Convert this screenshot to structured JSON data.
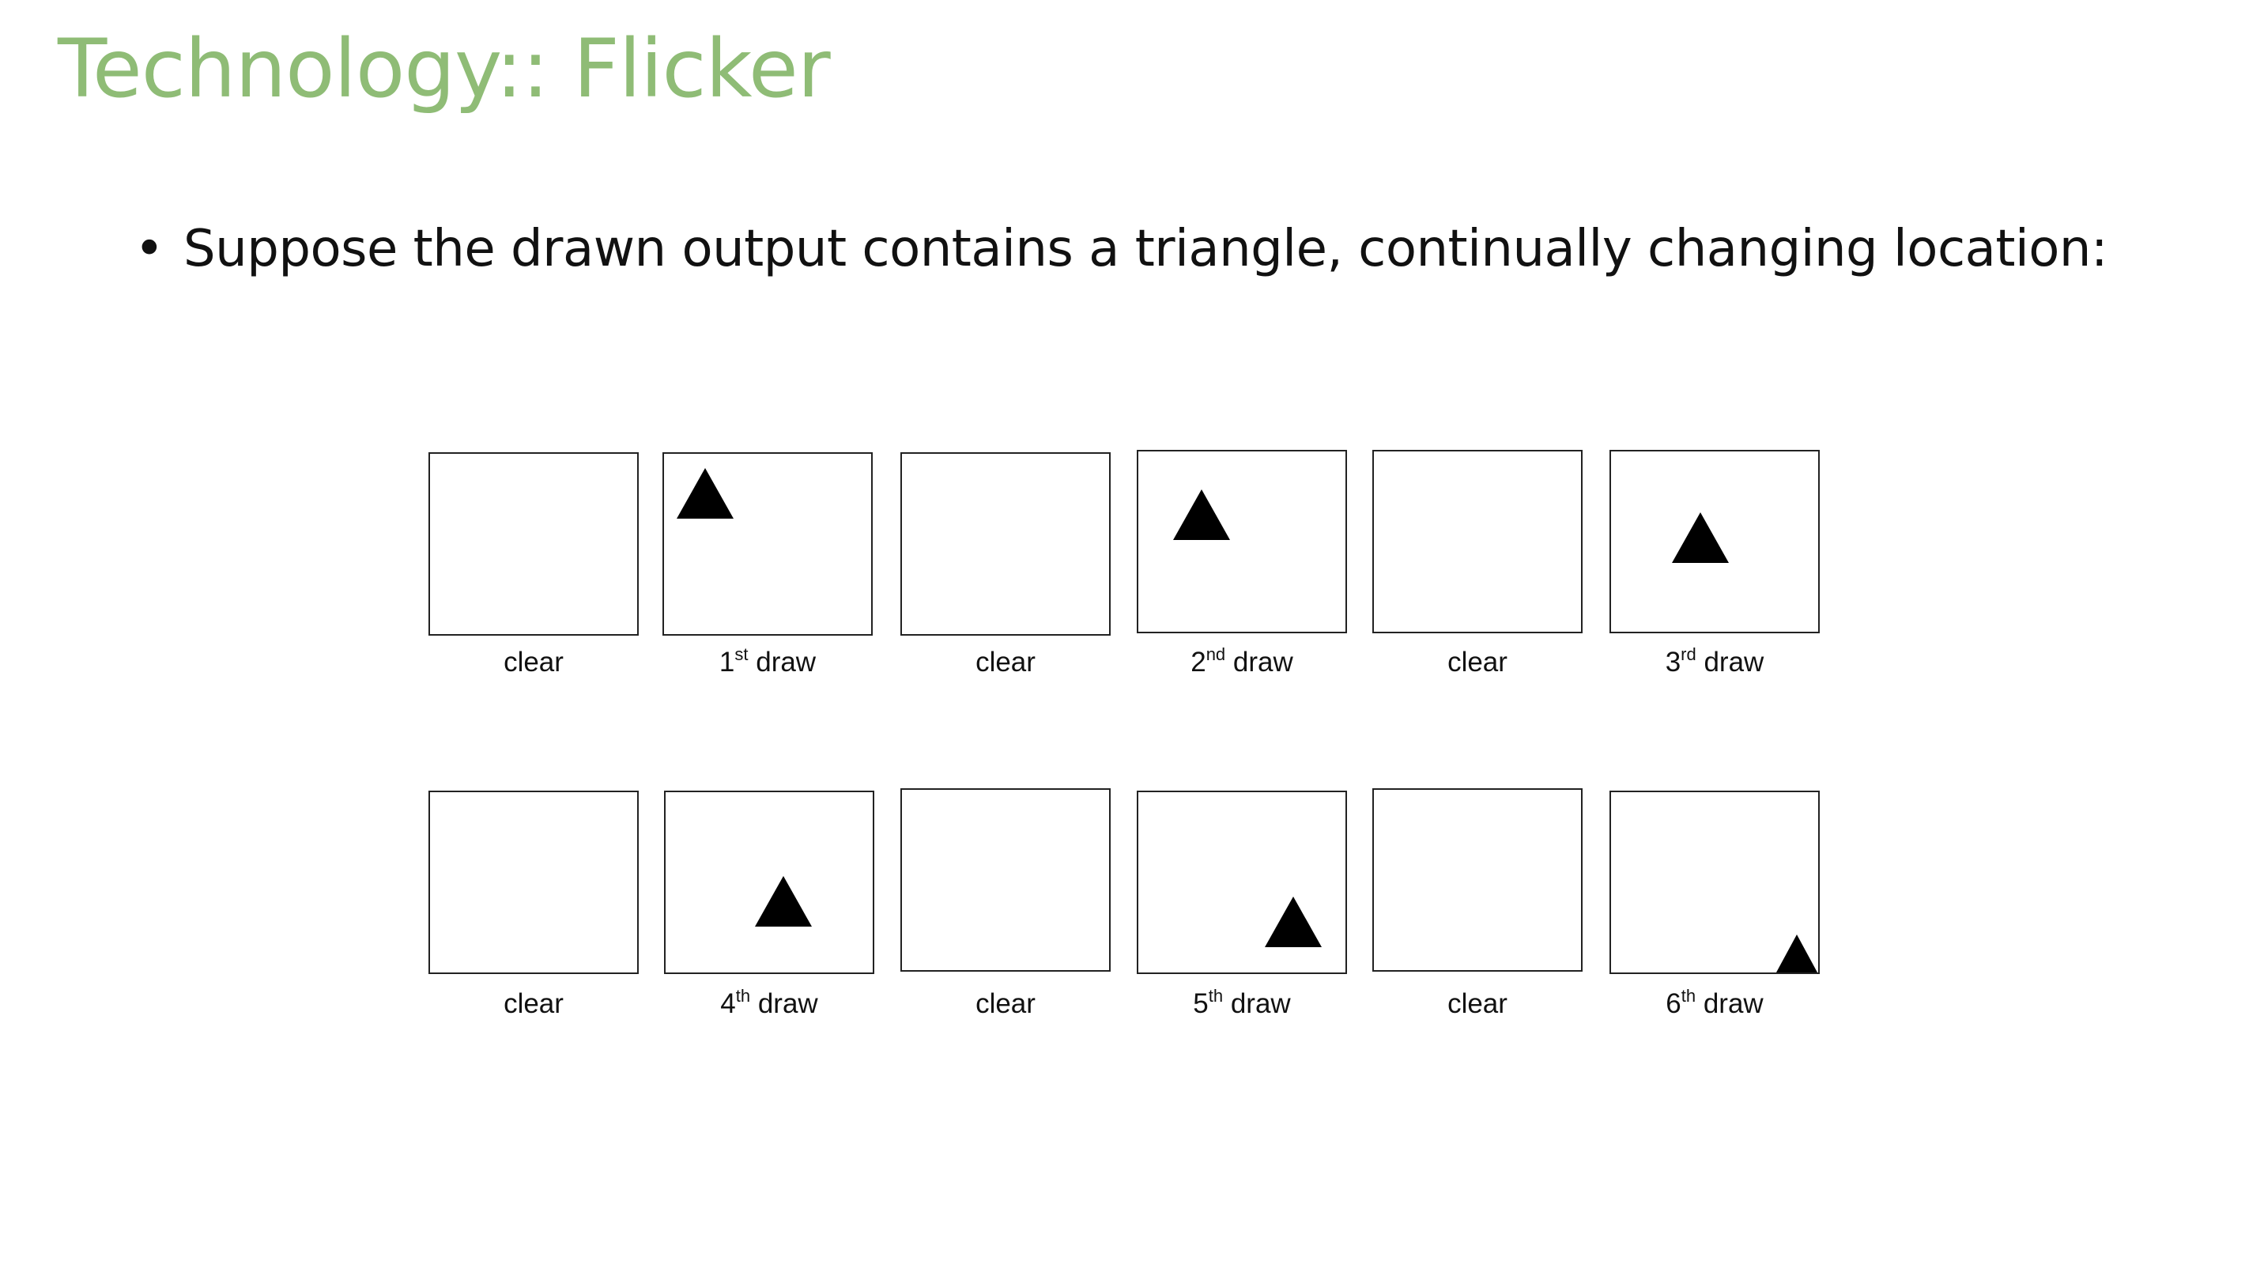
{
  "slide": {
    "title": "Technology:: Flicker",
    "bullet_symbol": "•",
    "bullet_text": "Suppose the drawn output contains a triangle, continually changing location:"
  },
  "frames": [
    {
      "label_pre": "clear",
      "label_sup": "",
      "label_post": "",
      "triangle": "none"
    },
    {
      "label_pre": "1",
      "label_sup": "st",
      "label_post": " draw",
      "triangle": "black-triangle"
    },
    {
      "label_pre": "clear",
      "label_sup": "",
      "label_post": "",
      "triangle": "none"
    },
    {
      "label_pre": "2",
      "label_sup": "nd",
      "label_post": " draw",
      "triangle": "black-triangle"
    },
    {
      "label_pre": "clear",
      "label_sup": "",
      "label_post": "",
      "triangle": "none"
    },
    {
      "label_pre": "3",
      "label_sup": "rd",
      "label_post": "  draw",
      "triangle": "black-triangle"
    },
    {
      "label_pre": "clear",
      "label_sup": "",
      "label_post": "",
      "triangle": "none"
    },
    {
      "label_pre": "4",
      "label_sup": "th",
      "label_post": " draw",
      "triangle": "black-triangle"
    },
    {
      "label_pre": "clear",
      "label_sup": "",
      "label_post": "",
      "triangle": "none"
    },
    {
      "label_pre": "5",
      "label_sup": "th",
      "label_post": " draw",
      "triangle": "black-triangle"
    },
    {
      "label_pre": "clear",
      "label_sup": "",
      "label_post": "",
      "triangle": "none"
    },
    {
      "label_pre": "6",
      "label_sup": "th",
      "label_post": " draw",
      "triangle": "black-triangle"
    }
  ],
  "colors": {
    "title": "#8fbc76",
    "text": "#111111",
    "frame_border": "#222222",
    "triangle_fill": "#000000"
  }
}
